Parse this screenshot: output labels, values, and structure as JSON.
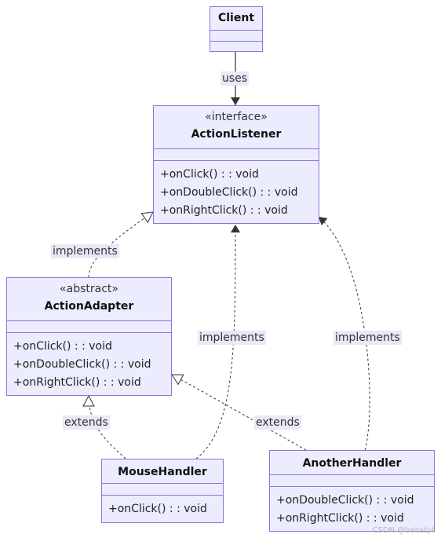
{
  "classes": {
    "client": {
      "name": "Client",
      "stereotype": "",
      "methods": []
    },
    "action_listener": {
      "name": "ActionListener",
      "stereotype": "«interface»",
      "methods": [
        "+onClick() : : void",
        "+onDoubleClick() : : void",
        "+onRightClick() : : void"
      ]
    },
    "action_adapter": {
      "name": "ActionAdapter",
      "stereotype": "«abstract»",
      "methods": [
        "+onClick() : : void",
        "+onDoubleClick() : : void",
        "+onRightClick() : : void"
      ]
    },
    "mouse_handler": {
      "name": "MouseHandler",
      "stereotype": "",
      "methods": [
        "+onClick() : : void"
      ]
    },
    "another_handler": {
      "name": "AnotherHandler",
      "stereotype": "",
      "methods": [
        "+onDoubleClick() : : void",
        "+onRightClick() : : void"
      ]
    }
  },
  "relations": {
    "uses": "uses",
    "adapter_implements": "implements",
    "mouse_implements": "implements",
    "another_implements": "implements",
    "mouse_extends": "extends",
    "another_extends": "extends"
  },
  "colors": {
    "fill": "#ececff",
    "stroke": "#9370db",
    "edge": "#333333"
  },
  "watermark": "CSDN @babstyt"
}
